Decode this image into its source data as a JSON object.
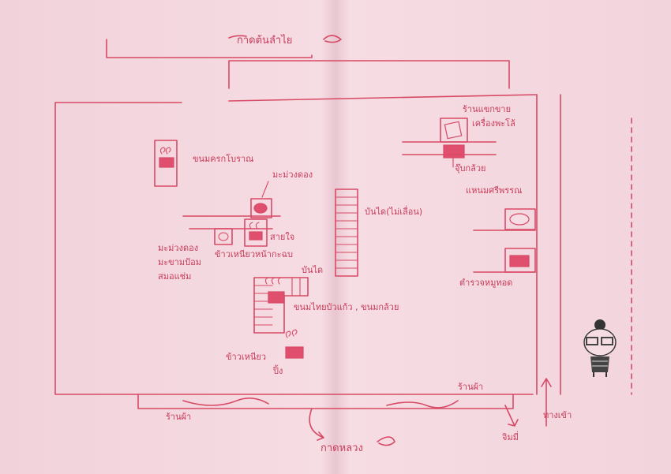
{
  "roads": {
    "top": "กาดต้นลำไย",
    "bottom": "กาดหลวง"
  },
  "labels": {
    "khanom_bueang": "ขนมครกโบราณ",
    "mamuang_dong": "มะม่วงดอง",
    "mamuang_dong2": "มะม่วงดอง",
    "makham_pom": "มะขามป้อม",
    "somo_chueam": "สมอแช่ม",
    "sai_jai": "สายใจ",
    "khao_niao_mamuang": "ข้าวเหนียวหน้ากะฉบ",
    "stairs_main": "บันได(ไม่เลื่อน)",
    "stairs_small": "บันได",
    "khanom_thai": "ขนมไทยบัวแก้ว , ขนมกล้วย",
    "khao_niao_ping": "ข้าวเหนียว",
    "ping": "ปิ้ง",
    "souvenir_shop_1": "ร้านแขกขาย",
    "souvenir_shop_2": "เครื่องพะโล้",
    "jub_kluai": "จุ๊บกล้วย",
    "khanom_sipan": "แหนมศรีพรรณ",
    "tam_rub": "ตำรวจหมูทอด",
    "cloth_shop_right": "ร้านผ้า",
    "cloth_shop_left": "ร้านผ้า",
    "entrance": "ทางเข้า",
    "jim_mi": "จิมมี่"
  },
  "icons": [
    "steam-pot-icon",
    "mango-icon",
    "basket-icon",
    "snack-bag-icon",
    "girl-with-glasses-icon"
  ]
}
